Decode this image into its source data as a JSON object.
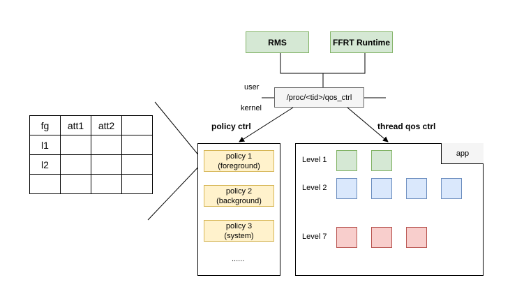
{
  "components": {
    "rms": "RMS",
    "ffrt": "FFRT Runtime",
    "qos_node": "/proc/<tid>/qos_ctrl",
    "user_label": "user",
    "kernel_label": "kernel",
    "policy_ctrl_title": "policy ctrl",
    "thread_qos_title": "thread qos ctrl",
    "app_tab": "app"
  },
  "policies": [
    {
      "label": "policy 1\n(foreground)"
    },
    {
      "label": "policy 2\n(background)"
    },
    {
      "label": "policy 3\n(system)"
    }
  ],
  "policy_ellipsis": "......",
  "levels": [
    {
      "label": "Level 1",
      "color": "#d5e8d4",
      "count": 2
    },
    {
      "label": "Level 2",
      "color": "#dae8fc",
      "count": 4
    },
    {
      "label": "Level 7",
      "color": "#f8cecc",
      "count": 3
    }
  ],
  "table": {
    "rows": [
      [
        "fg",
        "att1",
        "att2",
        ""
      ],
      [
        "l1",
        "",
        "",
        ""
      ],
      [
        "l2",
        "",
        "",
        ""
      ],
      [
        "",
        "",
        "",
        ""
      ]
    ]
  }
}
